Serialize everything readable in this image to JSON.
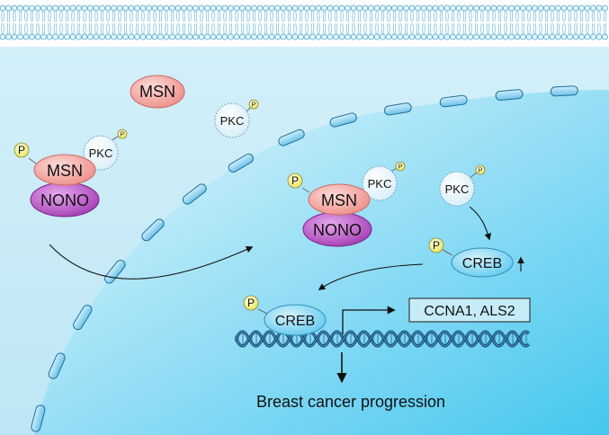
{
  "labels": {
    "msn": "MSN",
    "nono": "NONO",
    "pkc": "PKC",
    "p": "P",
    "creb": "CREB",
    "targets": "CCNA1, ALS2",
    "outcome": "Breast cancer progression"
  },
  "colors": {
    "cytoplasm": "#bfe9f6",
    "nucleus": "#5fd0f2",
    "membrane": "#2aa3d6",
    "msn_fill": "#f4a7a2",
    "nono_fill": "#b44ec2",
    "pkc_fill": "#eef7fb",
    "p_fill": "#f3f08a",
    "creb_fill": "#7fd3f0",
    "envelope_pore": "#7cc9ea"
  }
}
